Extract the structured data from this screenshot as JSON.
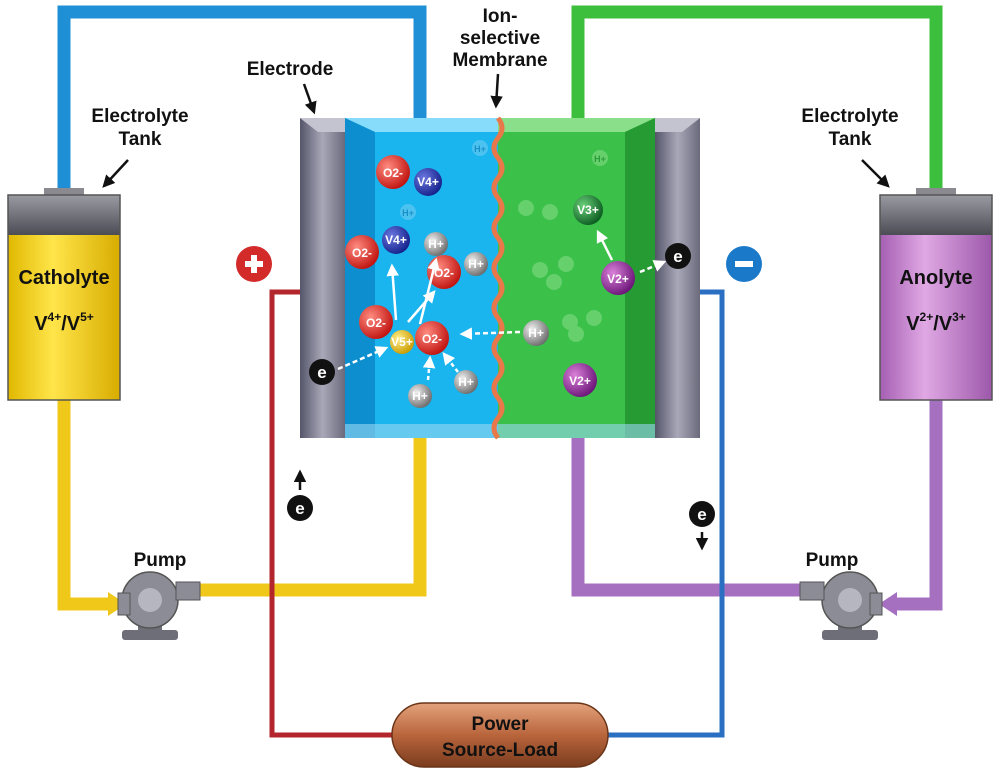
{
  "labels": {
    "electrode": "Electrode",
    "membrane_line1": "Ion-",
    "membrane_line2": "selective",
    "membrane_line3": "Membrane",
    "left_tank_line1": "Electrolyte",
    "left_tank_line2": "Tank",
    "right_tank_line1": "Electrolyte",
    "right_tank_line2": "Tank",
    "catholyte_name": "Catholyte",
    "catholyte_formula": "V4+/V5+",
    "anolyte_name": "Anolyte",
    "anolyte_formula": "V2+/V3+",
    "pump_left": "Pump",
    "pump_right": "Pump",
    "power_line1": "Power",
    "power_line2": "Source-Load",
    "plus": "+",
    "minus": "−",
    "electron": "e"
  },
  "ions": {
    "o2": "O2-",
    "v4": "V4+",
    "v5": "V5+",
    "v3": "V3+",
    "v2": "V2+",
    "h": "H+"
  },
  "colors": {
    "catholyte": "#f4d012",
    "anolyte": "#c07bc8",
    "blue_pipe": "#1f8fd6",
    "green_pipe": "#3cbf3c",
    "yellow_pipe": "#f0c81a",
    "purple_pipe": "#a570c0",
    "red_wire": "#b3262c",
    "blue_wire": "#2a6fc2",
    "cell_left": "#1ab4ee",
    "cell_right": "#3bc04a",
    "membrane": "#e8784a"
  }
}
